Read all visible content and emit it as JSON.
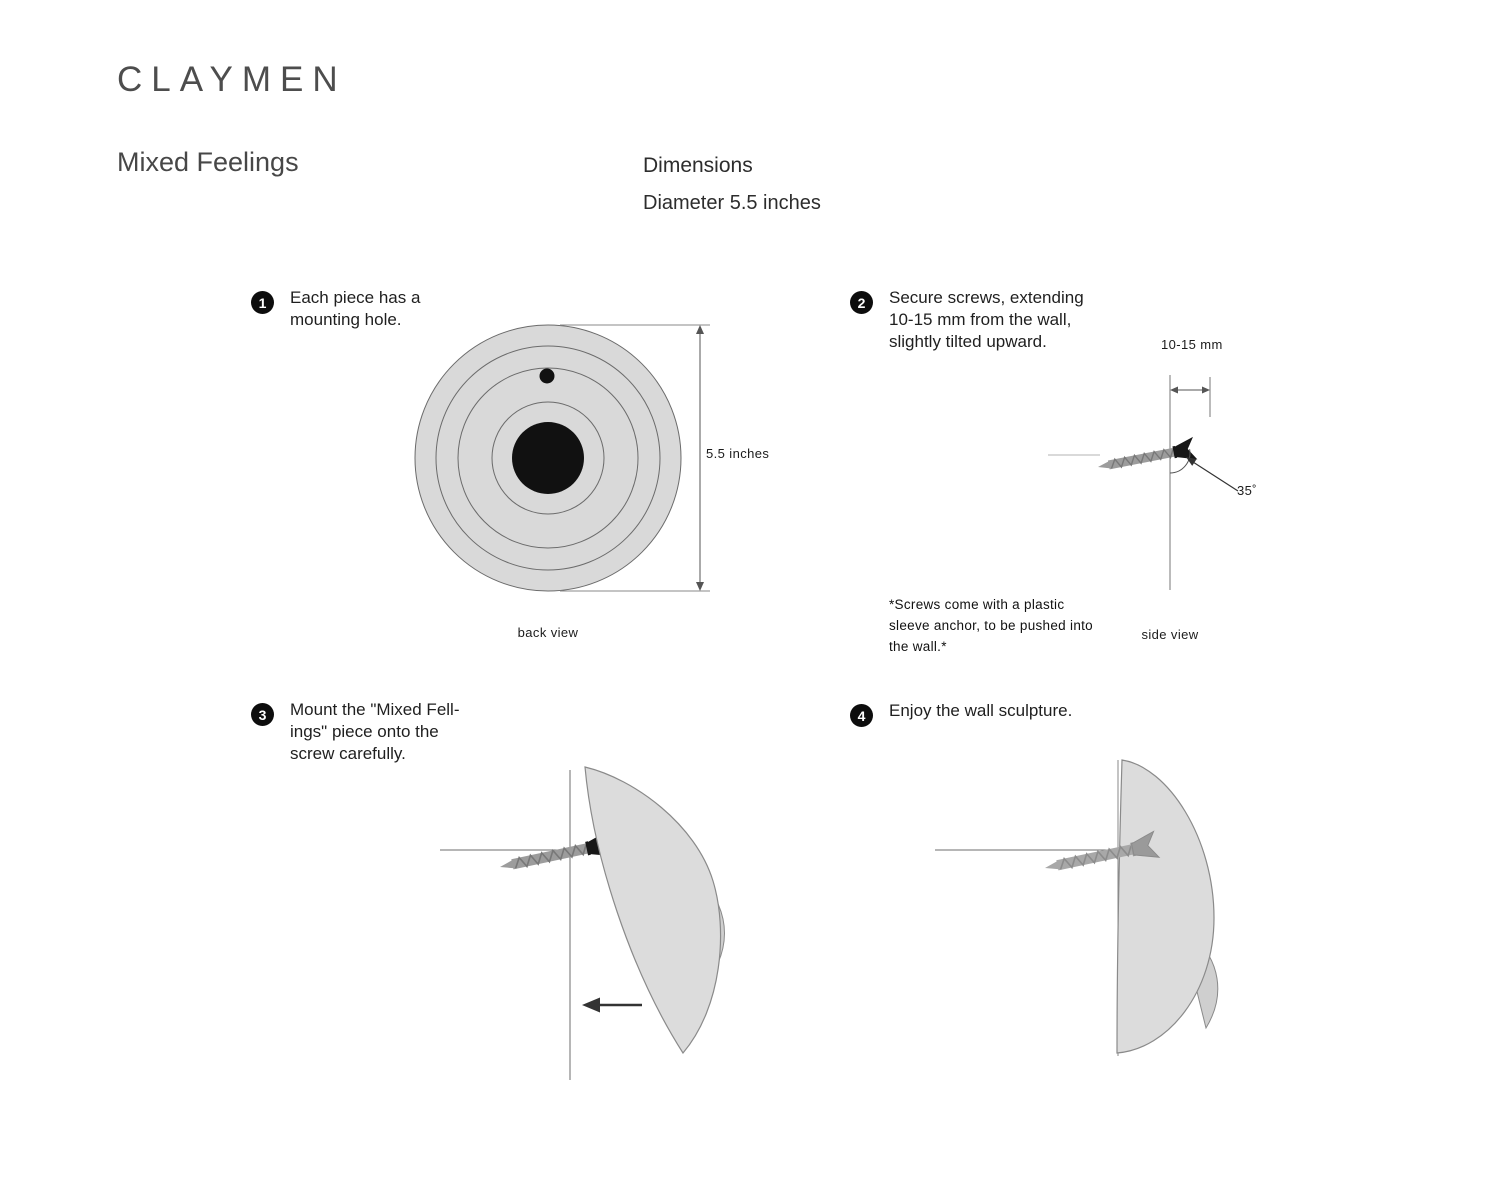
{
  "brand": "CLAYMEN",
  "product": "Mixed Feelings",
  "dimensions": {
    "title": "Dimensions",
    "value": "Diameter 5.5 inches"
  },
  "steps": [
    {
      "num": "1",
      "text": "Each piece has a\nmounting hole."
    },
    {
      "num": "2",
      "text": "Secure screws, extending\n10-15 mm from the wall,\nslightly tilted upward."
    },
    {
      "num": "3",
      "text": "Mount the \"Mixed Fell-\nings\" piece onto the\nscrew  carefully."
    },
    {
      "num": "4",
      "text": "Enjoy the wall sculpture."
    }
  ],
  "labels": {
    "back_view": "back view",
    "side_view": "side view",
    "diameter": "5.5 inches",
    "screw_distance": "10-15 mm",
    "angle": "35˚",
    "note": "*Screws come with a plastic\nsleeve anchor, to be pushed into\nthe wall.*"
  },
  "colors": {
    "sculpture_fill": "#dcdcdc",
    "sculpture_outline": "#8a8a8a",
    "screw_dark_head": "#171717",
    "screw_shaft": "#9c9c9c",
    "line": "#6b6b6b"
  }
}
